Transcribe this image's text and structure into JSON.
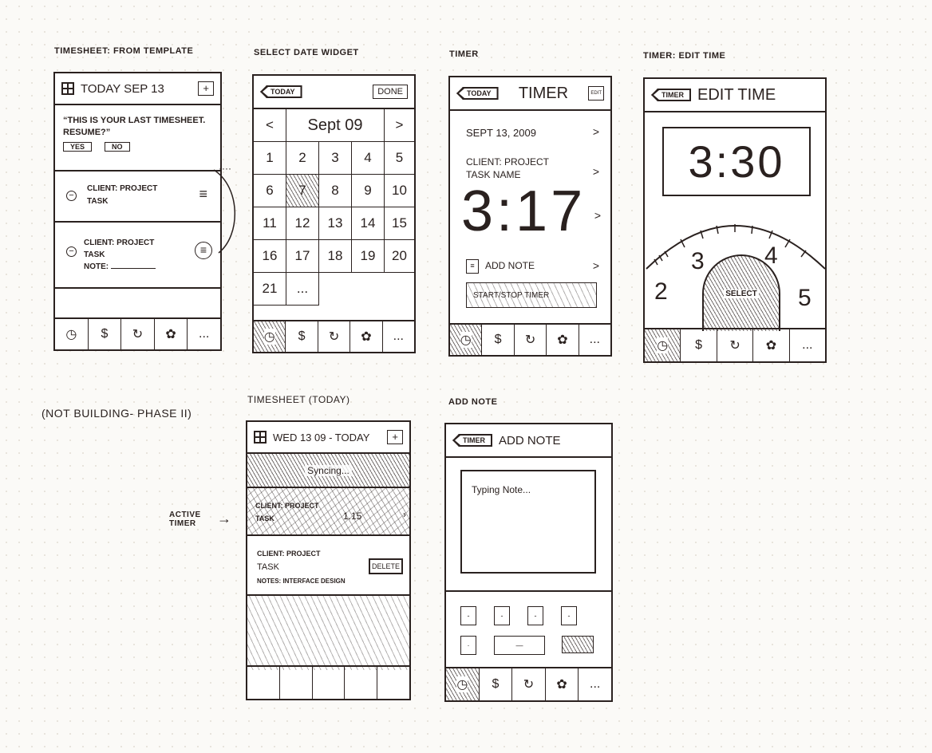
{
  "annotations": {
    "not_building": "(NOT BUILDING- PHASE II)",
    "active_timer": "ACTIVE TIMER",
    "arrow": "→"
  },
  "tab_icons": [
    {
      "name": "clock-icon",
      "glyph": "◷"
    },
    {
      "name": "dollar-icon",
      "glyph": "$"
    },
    {
      "name": "refresh-icon",
      "glyph": "↻"
    },
    {
      "name": "flower-icon",
      "glyph": "✿"
    },
    {
      "name": "more-icon",
      "glyph": "..."
    }
  ],
  "from_template": {
    "label": "TIMESHEET: FROM TEMPLATE",
    "title": "TODAY Sep 13",
    "add": "+",
    "prompt": "“THIS IS YOUR LAST TIMESHEET. RESUME?”",
    "yes": "YES",
    "no": "NO",
    "entries": [
      {
        "client": "CLIENT: PROJECT",
        "task": "TASK",
        "menu": "≡"
      },
      {
        "client": "CLIENT: PROJECT",
        "task": "TASK",
        "note_label": "NOTE:",
        "menu": "≡"
      }
    ]
  },
  "select_date": {
    "label": "SELECT DATE WIDGET",
    "back": "TODAY",
    "done": "DONE",
    "prev": "<",
    "next": ">",
    "month": "Sept 09",
    "days": [
      "1",
      "2",
      "3",
      "4",
      "5",
      "6",
      "7",
      "8",
      "9",
      "10",
      "11",
      "12",
      "13",
      "14",
      "15",
      "16",
      "17",
      "18",
      "19",
      "20",
      "21",
      "..."
    ],
    "selected_day": "7"
  },
  "timer": {
    "label": "TIMER",
    "back": "TODAY",
    "title": "TIMER",
    "edit": "EDIT",
    "date": "SEPT 13, 2009",
    "client": "CLIENT: PROJECT",
    "task": "TASK NAME",
    "time": "3:17",
    "add_note": "ADD NOTE",
    "start_stop": "START/STOP TIMER",
    "chevron": ">"
  },
  "edit_time": {
    "label": "TIMER: EDIT TIME",
    "back": "TIMER",
    "title": "EDIT TIME",
    "time": "3:30",
    "dial_numbers": [
      "2",
      "3",
      "4",
      "5"
    ],
    "select": "SELECT"
  },
  "timesheet_today": {
    "label": "TIMESHEET (TODAY)",
    "title": "WED 13 09 - TODAY",
    "add": "+",
    "syncing": "Syncing...",
    "active_entry": {
      "client": "CLIENT: PROJECT",
      "task": "TASK",
      "duration": "1.15"
    },
    "entry": {
      "client": "CLIENT: PROJECT",
      "task": "TASK",
      "notes": "NOTES: interface design",
      "delete": "DELETE"
    }
  },
  "add_note": {
    "label": "ADD NOTE",
    "back": "TIMER",
    "title": "ADD NOTE",
    "note_text": "Typing Note..."
  }
}
